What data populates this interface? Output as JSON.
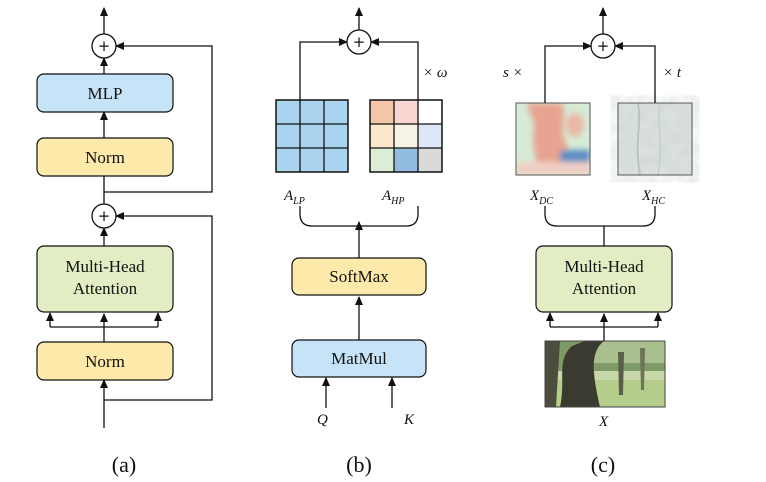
{
  "panel_a": {
    "mlp": "MLP",
    "norm_top": "Norm",
    "attention_line1": "Multi-Head",
    "attention_line2": "Attention",
    "norm_bottom": "Norm",
    "plus_symbol": "+",
    "caption": "(a)"
  },
  "panel_b": {
    "softmax": "SoftMax",
    "matmul": "MatMul",
    "weight_label": "× ω",
    "a_lp": "A",
    "a_lp_sub": "LP",
    "a_hp": "A",
    "a_hp_sub": "HP",
    "q": "Q",
    "k": "K",
    "plus_symbol": "+",
    "caption": "(b)"
  },
  "panel_c": {
    "s_label": "s ×",
    "t_label": "× t",
    "x_dc": "X",
    "x_dc_sub": "DC",
    "x_hc": "X",
    "x_hc_sub": "HC",
    "attention_line1": "Multi-Head",
    "attention_line2": "Attention",
    "x": "X",
    "plus_symbol": "+",
    "caption": "(c)"
  },
  "colors": {
    "mlp_fill": "#c6e3f7",
    "norm_fill": "#fde9a9",
    "attention_fill": "#e2edc4",
    "softmax_fill": "#fde9a9",
    "matmul_fill": "#c6e3f7",
    "grid_lp_fill": "#a9d3ef"
  }
}
